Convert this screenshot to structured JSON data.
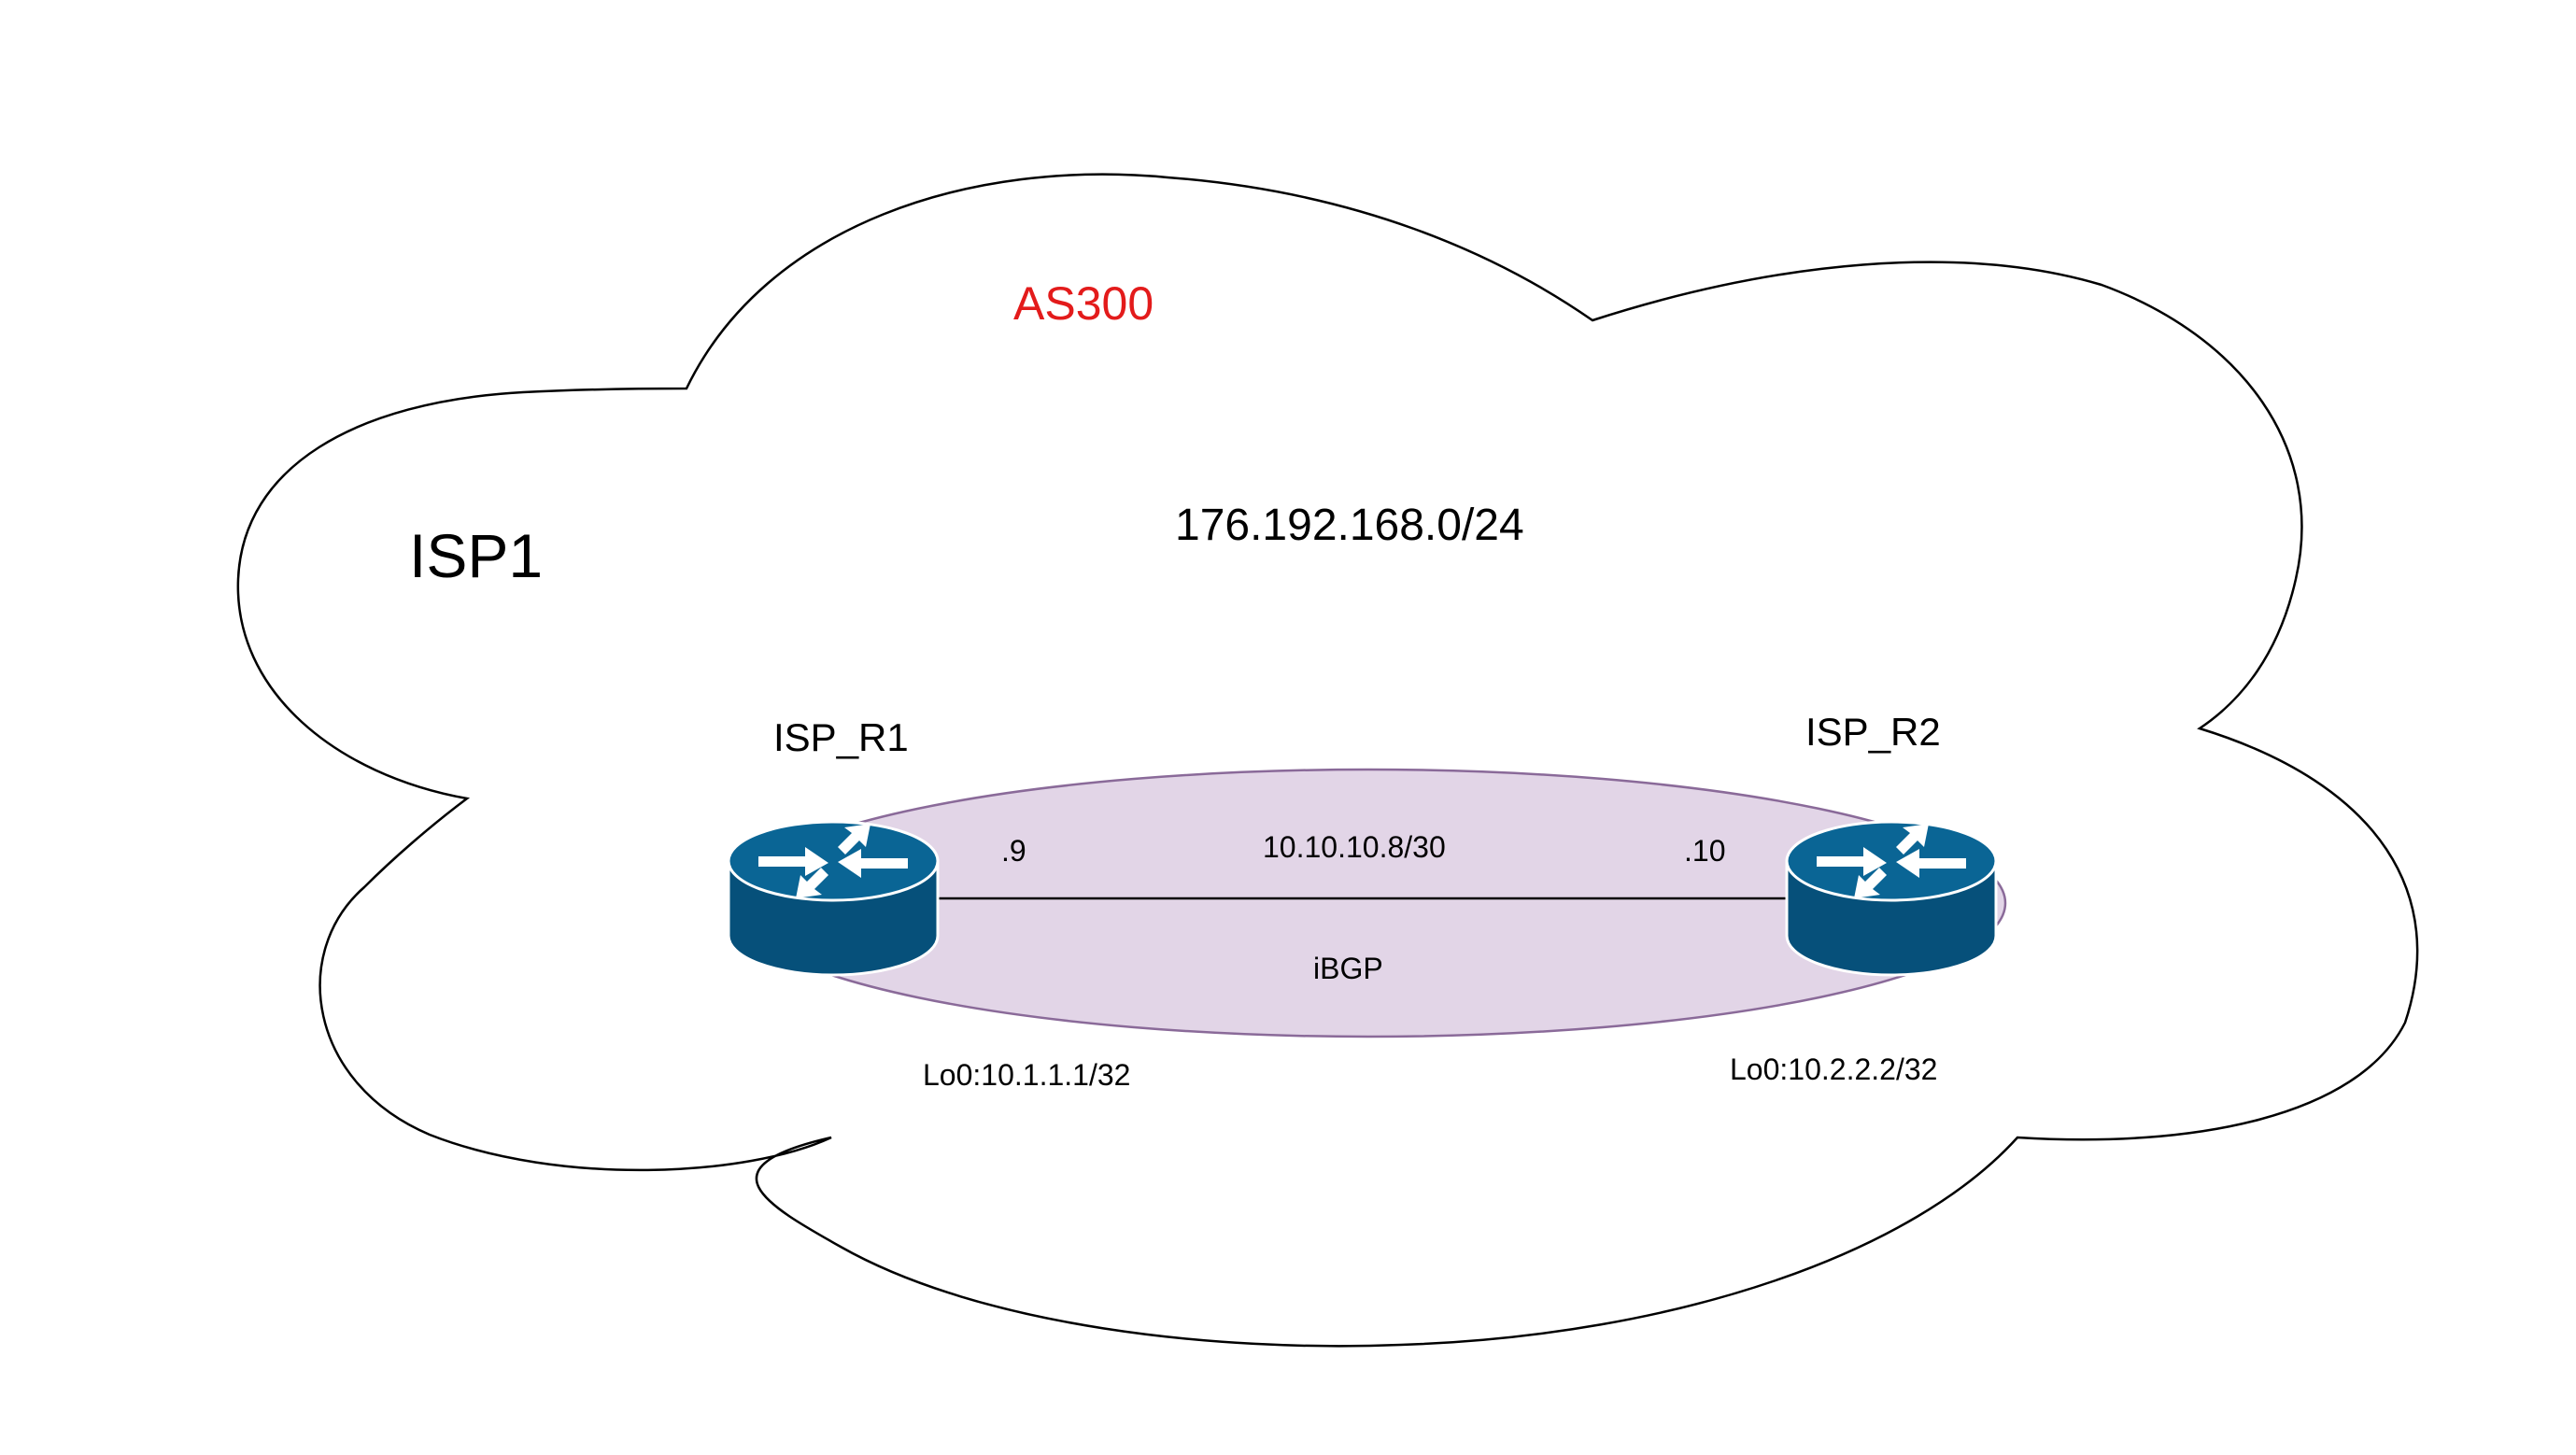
{
  "cloud": {
    "name": "ISP1",
    "as_label": "AS300",
    "network": "176.192.168.0/24"
  },
  "routers": [
    {
      "name": "ISP_R1",
      "link_ip": ".9",
      "loopback": "Lo0:10.1.1.1/32",
      "icon": "router-icon"
    },
    {
      "name": "ISP_R2",
      "link_ip": ".10",
      "loopback": "Lo0:10.2.2.2/32",
      "icon": "router-icon"
    }
  ],
  "link": {
    "subnet": "10.10.10.8/30",
    "session": "iBGP"
  },
  "colors": {
    "as_label": "#e31b1b",
    "bgp_fill": "#e2d5e7",
    "bgp_stroke": "#8a6a99",
    "router_blue": "#0a6595",
    "router_dark": "#06507a",
    "line": "#000000"
  }
}
